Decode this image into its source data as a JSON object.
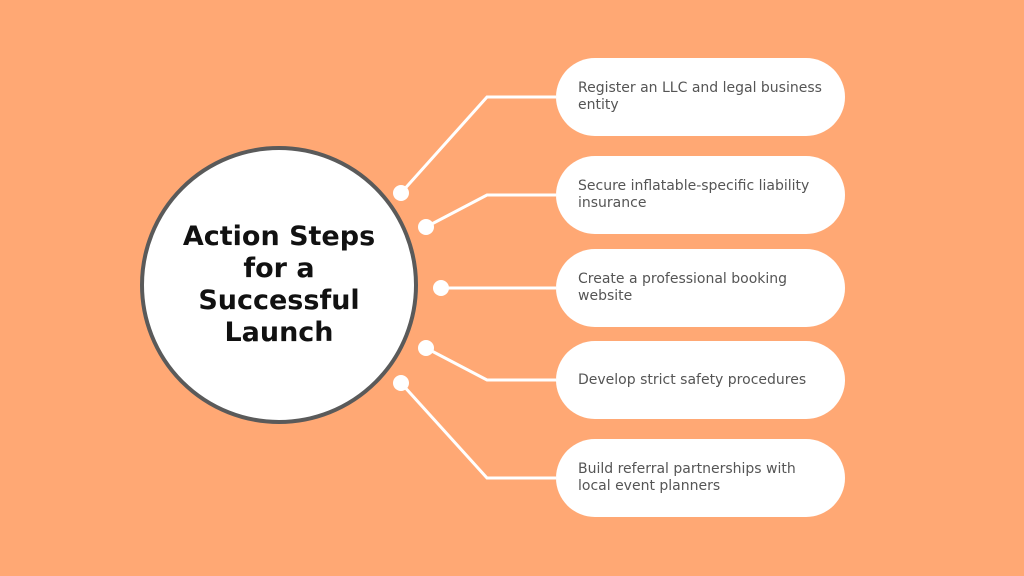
{
  "colors": {
    "background": "#FFA874",
    "hub_fill": "#FFFFFF",
    "hub_border": "#5A5A5A",
    "connector": "#FFFFFF",
    "pill_text": "#555555",
    "hub_text": "#111111"
  },
  "hub": {
    "title": "Action Steps for a Successful Launch"
  },
  "steps": [
    {
      "label": "Register an LLC and legal business entity"
    },
    {
      "label": "Secure inflatable-specific liability insurance"
    },
    {
      "label": "Create a professional booking website"
    },
    {
      "label": "Develop strict safety procedures"
    },
    {
      "label": "Build referral partnerships with local event planners"
    }
  ]
}
